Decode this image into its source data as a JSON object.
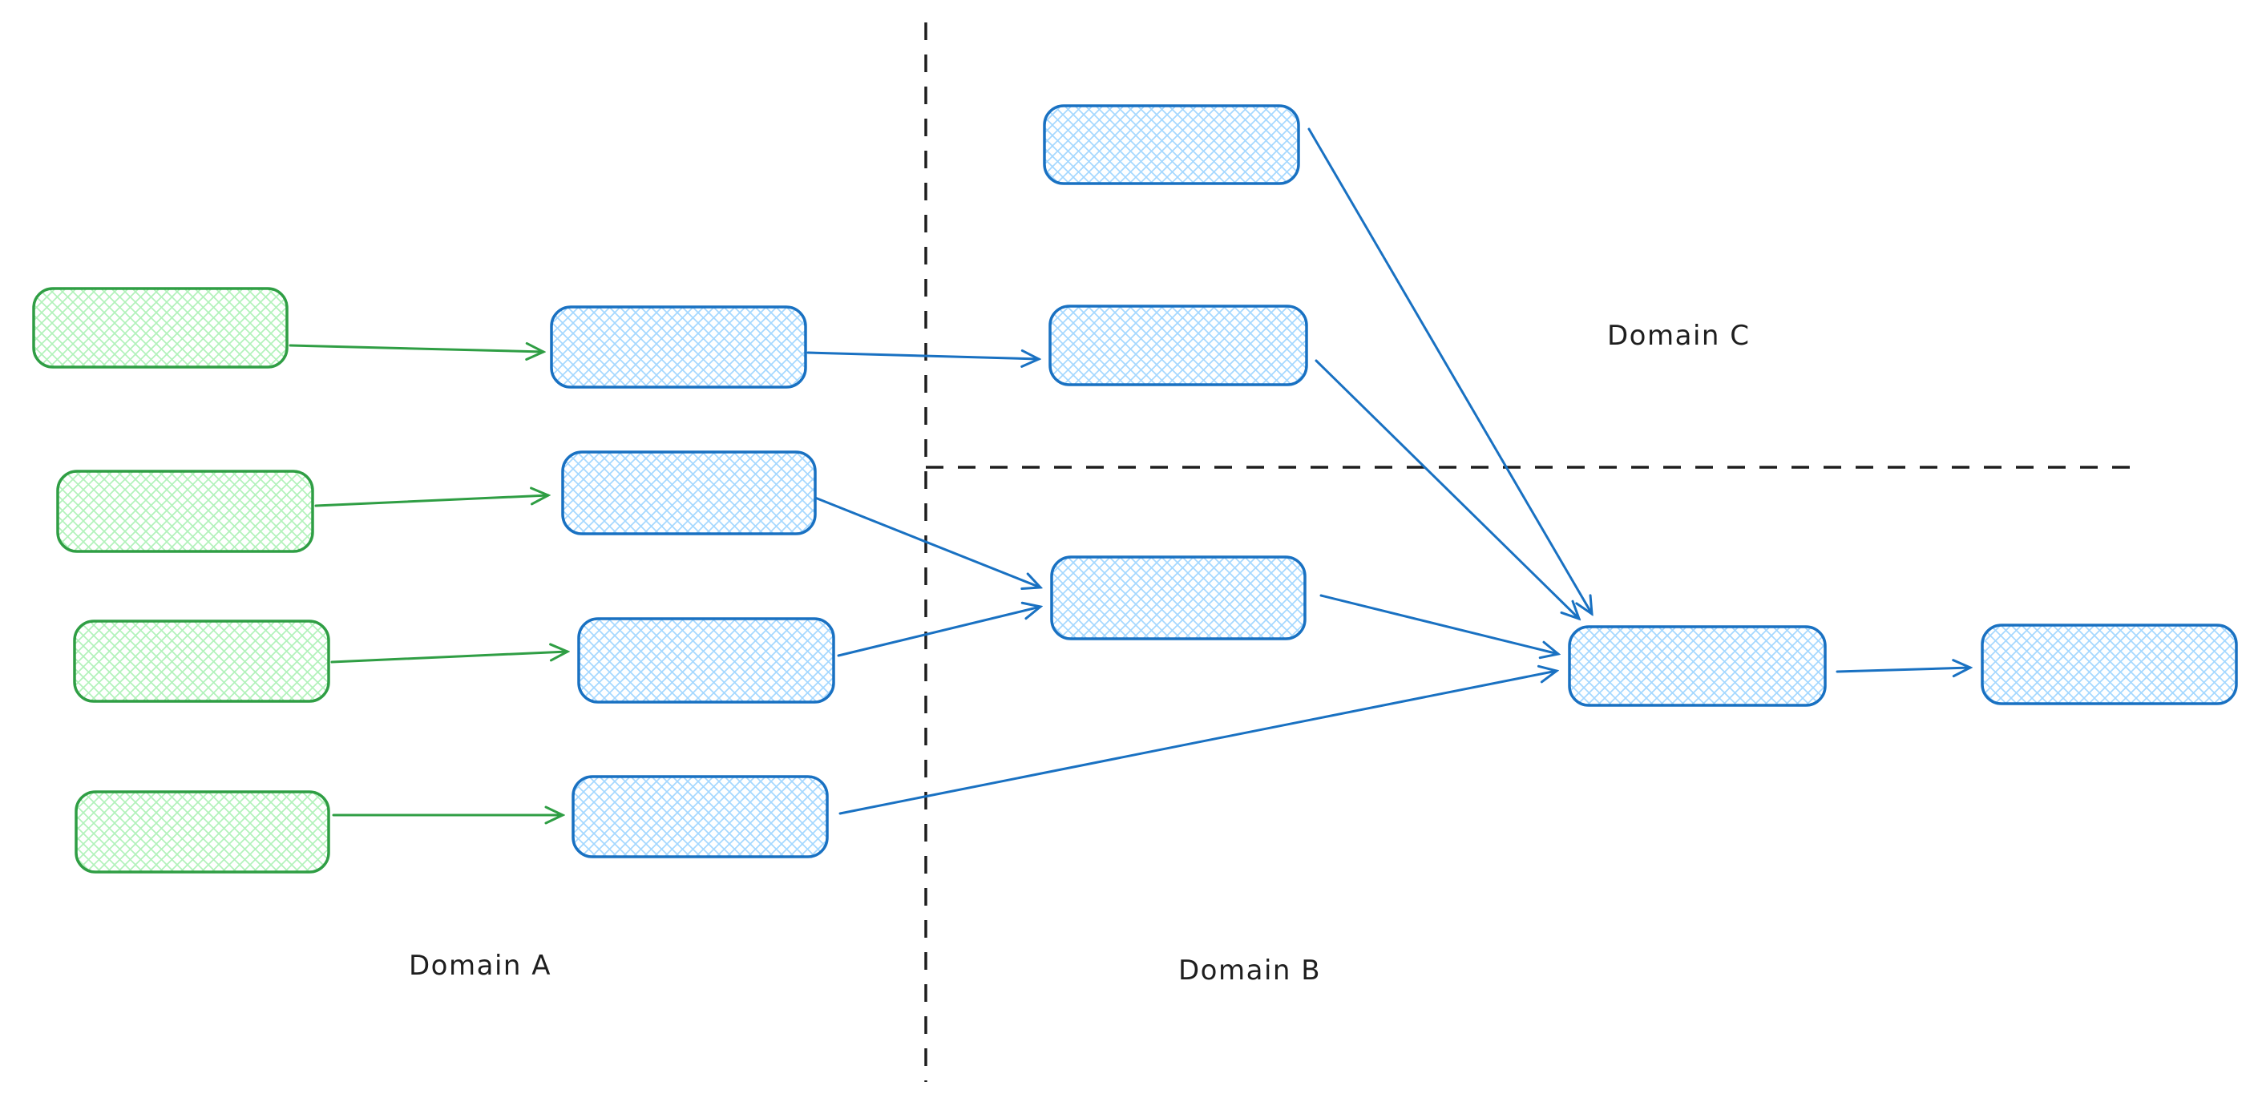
{
  "diagram": {
    "labels": {
      "domain_a": "Domain A",
      "domain_b": "Domain B",
      "domain_c": "Domain C"
    },
    "colors": {
      "green_stroke": "#2f9e44",
      "green_fill": "#b2f2bb",
      "blue_stroke": "#1971c2",
      "blue_fill": "#a5d8ff",
      "divider": "#1e1e1e",
      "label_text": "#1e1e1e",
      "background": "#ffffff"
    },
    "style": {
      "node_shape": "rounded-rectangle",
      "fill_style": "cross-hatch",
      "divider_style": "dashed",
      "drawing_style": "hand-drawn"
    },
    "nodes": [
      {
        "id": "green-1",
        "group": "green",
        "domain": "Domain A",
        "label": ""
      },
      {
        "id": "green-2",
        "group": "green",
        "domain": "Domain A",
        "label": ""
      },
      {
        "id": "green-3",
        "group": "green",
        "domain": "Domain A",
        "label": ""
      },
      {
        "id": "green-4",
        "group": "green",
        "domain": "Domain A",
        "label": ""
      },
      {
        "id": "blue-a1",
        "group": "blue",
        "domain": "Domain A",
        "label": ""
      },
      {
        "id": "blue-a2",
        "group": "blue",
        "domain": "Domain A",
        "label": ""
      },
      {
        "id": "blue-a3",
        "group": "blue",
        "domain": "Domain A",
        "label": ""
      },
      {
        "id": "blue-a4",
        "group": "blue",
        "domain": "Domain A",
        "label": ""
      },
      {
        "id": "blue-c-top",
        "group": "blue",
        "domain": "Domain C",
        "label": ""
      },
      {
        "id": "blue-c-mid",
        "group": "blue",
        "domain": "Domain C",
        "label": ""
      },
      {
        "id": "blue-b-mid",
        "group": "blue",
        "domain": "Domain B",
        "label": ""
      },
      {
        "id": "blue-b-hub",
        "group": "blue",
        "domain": "Domain B",
        "label": ""
      },
      {
        "id": "blue-b-end",
        "group": "blue",
        "domain": "Domain B",
        "label": ""
      }
    ],
    "edges": [
      {
        "from": "green-1",
        "to": "blue-a1",
        "color": "green"
      },
      {
        "from": "green-2",
        "to": "blue-a2",
        "color": "green"
      },
      {
        "from": "green-3",
        "to": "blue-a3",
        "color": "green"
      },
      {
        "from": "green-4",
        "to": "blue-a4",
        "color": "green"
      },
      {
        "from": "blue-a1",
        "to": "blue-c-mid",
        "color": "blue"
      },
      {
        "from": "blue-a2",
        "to": "blue-b-mid",
        "color": "blue"
      },
      {
        "from": "blue-a3",
        "to": "blue-b-mid",
        "color": "blue"
      },
      {
        "from": "blue-a4",
        "to": "blue-b-hub",
        "color": "blue"
      },
      {
        "from": "blue-c-top",
        "to": "blue-b-hub",
        "color": "blue"
      },
      {
        "from": "blue-c-mid",
        "to": "blue-b-hub",
        "color": "blue"
      },
      {
        "from": "blue-b-mid",
        "to": "blue-b-hub",
        "color": "blue"
      },
      {
        "from": "blue-b-hub",
        "to": "blue-b-end",
        "color": "blue"
      }
    ]
  }
}
